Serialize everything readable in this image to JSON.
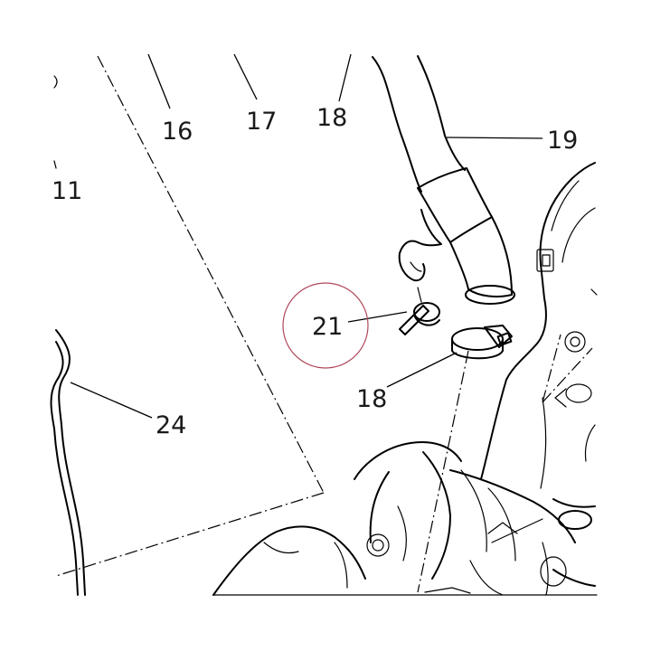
{
  "callouts": {
    "c16": "16",
    "c17": "17",
    "c18_top": "18",
    "c19": "19",
    "c11": "11",
    "c21": "21",
    "c18_mid": "18",
    "c24": "24"
  },
  "colors": {
    "line": "#000000",
    "highlight_circle": "#b0485a",
    "background": "#ffffff"
  }
}
